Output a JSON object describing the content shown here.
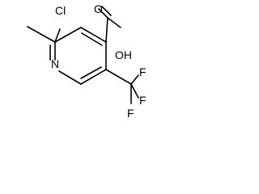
{
  "structure": {
    "atoms": {
      "cl": "Cl",
      "oh": "OH",
      "o": "O",
      "n": "N",
      "f1": "F",
      "f2": "F",
      "f3": "F"
    },
    "colors": {
      "line": "#000000",
      "text": "#000000",
      "background": "#ffffff"
    }
  }
}
